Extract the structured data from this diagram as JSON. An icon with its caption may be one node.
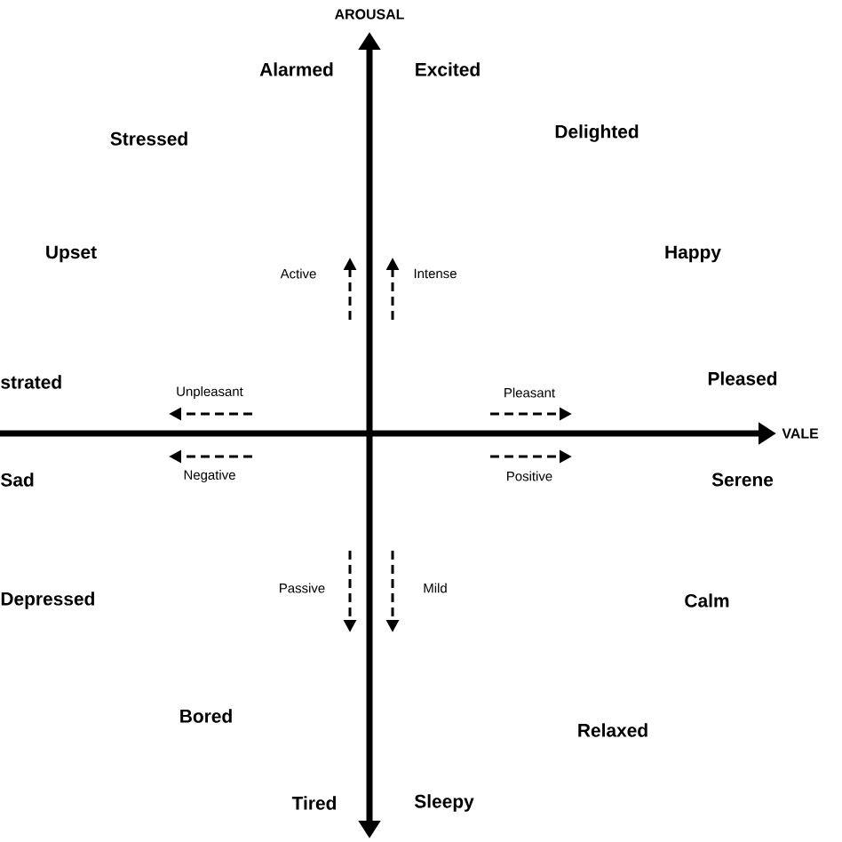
{
  "diagram": {
    "labels": [
      "AROUSAL",
      "Alarmed",
      "Excited",
      "Stressed",
      "Delighted",
      "Upset",
      "Happy",
      "Active",
      "Intense",
      "strated",
      "Pleased",
      "Unpleasant",
      "Pleasant",
      "VALE",
      "Negative",
      "Positive",
      "Sad",
      "Serene",
      "Passive",
      "Mild",
      "Depressed",
      "Calm",
      "Bored",
      "Relaxed",
      "Tired",
      "Sleepy"
    ]
  }
}
